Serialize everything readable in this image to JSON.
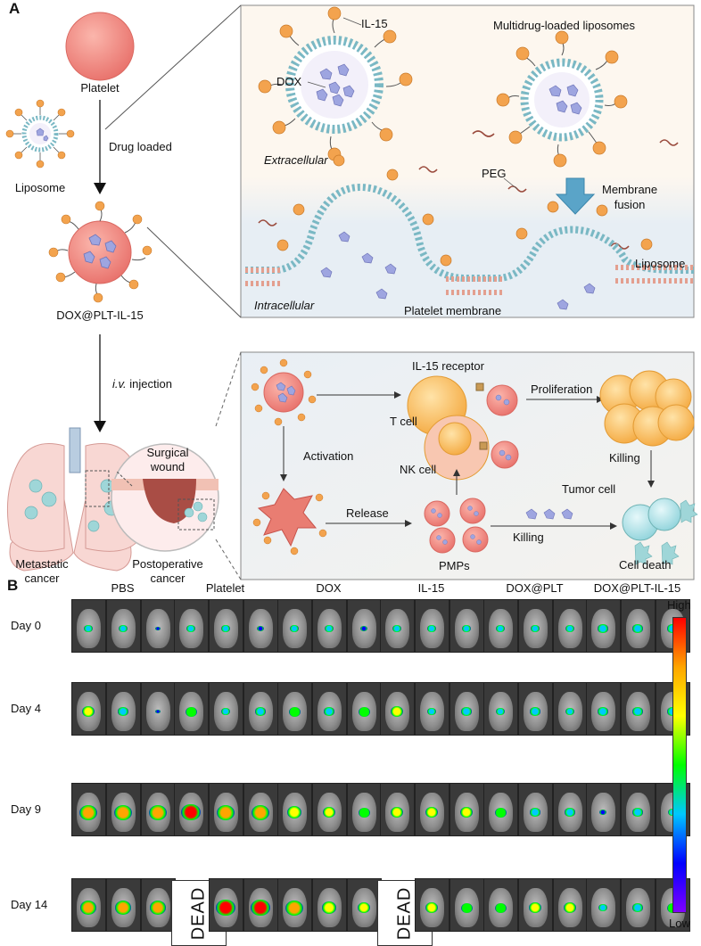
{
  "panelA": {
    "letter": "A",
    "left": {
      "platelet": "Platelet",
      "liposome": "Liposome",
      "drug_loaded": "Drug loaded",
      "product": "DOX@PLT-IL-15",
      "injection_italic": "i.v.",
      "injection_rest": " injection",
      "metastatic": [
        "Metastatic",
        "cancer"
      ],
      "surgical": [
        "Surgical",
        "wound"
      ],
      "postoperative": [
        "Postoperative",
        "cancer"
      ]
    },
    "top_box": {
      "il15": "IL-15",
      "dox": "DOX",
      "multidrug": "Multidrug-loaded liposomes",
      "extracellular": "Extracellular",
      "peg": "PEG",
      "membrane_fusion": [
        "Membrane",
        "fusion"
      ],
      "liposome": "Liposome",
      "intracellular": "Intracellular",
      "platelet_membrane": "Platelet membrane"
    },
    "bottom_box": {
      "il15_receptor": "IL-15 receptor",
      "t_cell": "T cell",
      "nk_cell": "NK cell",
      "proliferation": "Proliferation",
      "activation": "Activation",
      "killing1": "Killing",
      "killing2": "Killing",
      "tumor_cell": "Tumor cell",
      "release": "Release",
      "pmps": "PMPs",
      "cell_death": "Cell death"
    }
  },
  "panelB": {
    "letter": "B",
    "columns": [
      "PBS",
      "Platelet",
      "DOX",
      "IL-15",
      "DOX@PLT",
      "DOX@PLT-IL-15"
    ],
    "rows": [
      "Day 0",
      "Day 4",
      "Day 9",
      "Day 14"
    ],
    "dead_label": "DEAD",
    "dead_cells": [
      {
        "row": 3,
        "col": 1
      },
      {
        "row": 3,
        "col": 3
      }
    ],
    "scale_high": "High",
    "scale_low": "Low",
    "colorscale": [
      "#ff0000",
      "#ffa500",
      "#ffff00",
      "#00ff00",
      "#00c8ff",
      "#0000ff",
      "#8000ff"
    ],
    "signal_levels": [
      [
        [
          0.3,
          0.3,
          0.1
        ],
        [
          0.3,
          0.3,
          0.2
        ],
        [
          0.3,
          0.3,
          0.2
        ],
        [
          0.3,
          0.3,
          0.3
        ],
        [
          0.3,
          0.3,
          0.3
        ],
        [
          0.4,
          0.4,
          0.4
        ]
      ],
      [
        [
          0.6,
          0.4,
          0.1
        ],
        [
          0.5,
          0.3,
          0.4
        ],
        [
          0.5,
          0.4,
          0.5
        ],
        [
          0.6,
          0.3,
          0.4
        ],
        [
          0.3,
          0.4,
          0.3
        ],
        [
          0.4,
          0.4,
          0.4
        ]
      ],
      [
        [
          0.9,
          0.9,
          0.9
        ],
        [
          0.95,
          0.9,
          0.9
        ],
        [
          0.7,
          0.6,
          0.5
        ],
        [
          0.6,
          0.6,
          0.6
        ],
        [
          0.5,
          0.4,
          0.4
        ],
        [
          0.2,
          0.4,
          0.3
        ]
      ],
      [
        [
          0.8,
          0.8,
          0.8
        ],
        [
          0,
          1.0,
          1.0
        ],
        [
          0.9,
          0.7,
          0.6
        ],
        [
          0,
          0.6,
          0.5
        ],
        [
          0.5,
          0.6,
          0.6
        ],
        [
          0.3,
          0.4,
          0.5
        ]
      ]
    ]
  }
}
